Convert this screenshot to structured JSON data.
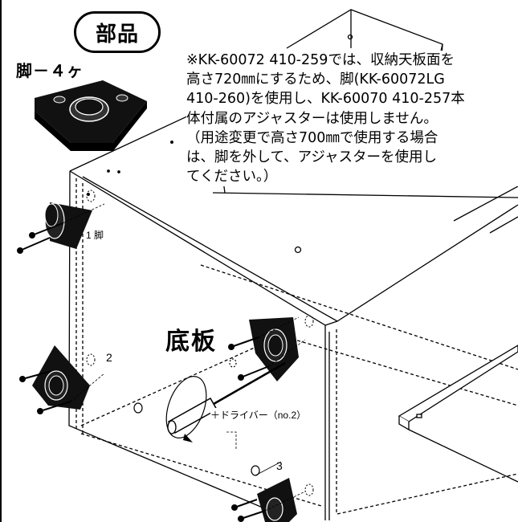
{
  "parts": {
    "heading": "部品",
    "item_label": "脚－４ヶ"
  },
  "note": {
    "lines": [
      "※KK-60072 410-259では、収納天板面を",
      "高さ720㎜にするため、脚(KK-60072LG",
      "410-260)を使用し、KK-60070 410-257本",
      "体付属のアジャスターは使用しません。",
      "（用途変更で高さ700㎜で使用する場合",
      "は、脚を外して、アジャスターを使用し",
      "てください。）"
    ]
  },
  "labels": {
    "step1": "1 脚",
    "step2": "2",
    "step3": "3",
    "bottom_board": "底板",
    "screwdriver": "＋ドライバー（no.2）"
  }
}
